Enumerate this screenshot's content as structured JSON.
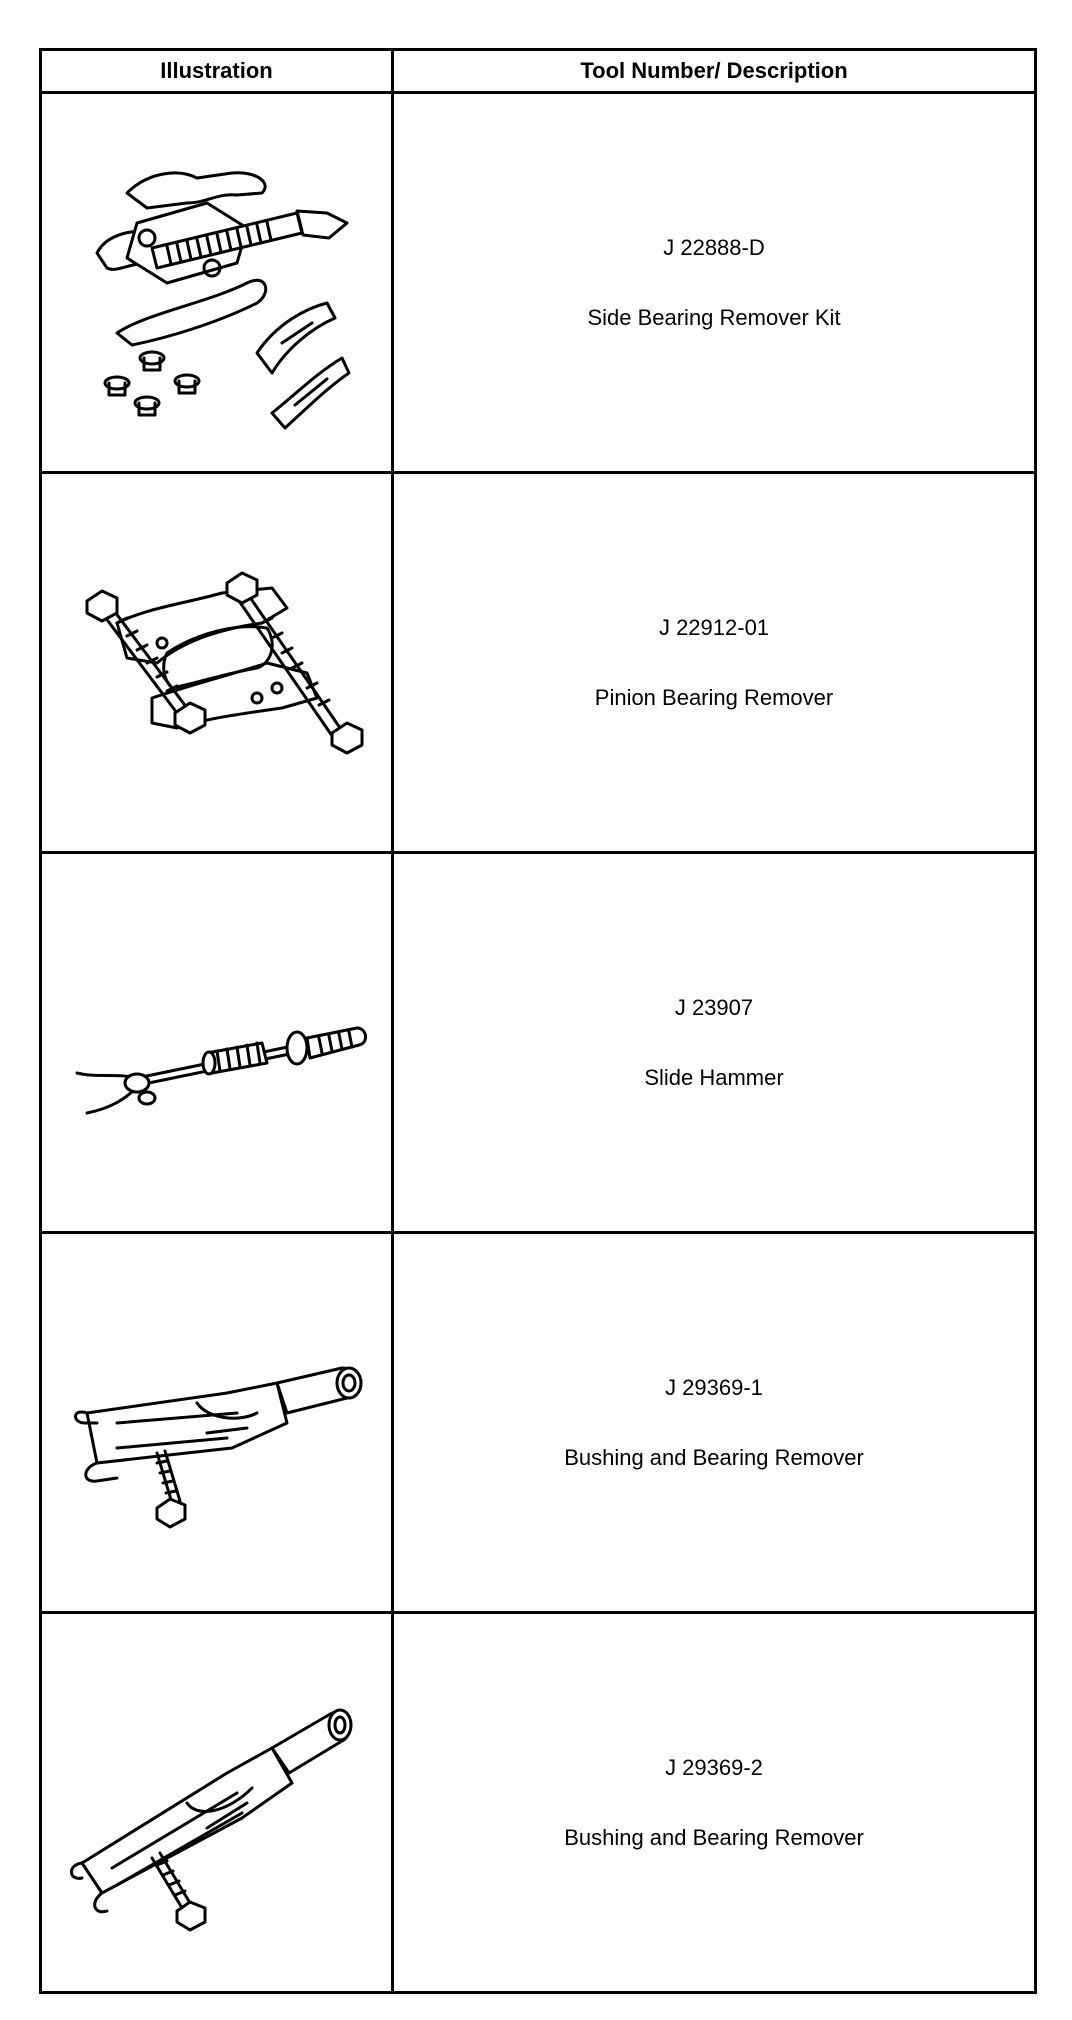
{
  "table": {
    "headers": {
      "illustration": "Illustration",
      "tool": "Tool Number/ Description"
    },
    "rows": [
      {
        "tool_number": "J 22888-D",
        "description": "Side Bearing Remover Kit"
      },
      {
        "tool_number": "J 22912-01",
        "description": "Pinion Bearing Remover"
      },
      {
        "tool_number": "J 23907",
        "description": "Slide Hammer"
      },
      {
        "tool_number": "J 29369-1",
        "description": "Bushing and Bearing Remover"
      },
      {
        "tool_number": "J 29369-2",
        "description": "Bushing and Bearing Remover"
      }
    ]
  }
}
